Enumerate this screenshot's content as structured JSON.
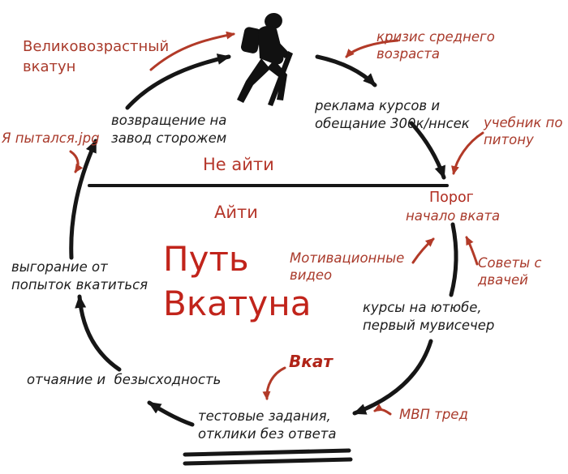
{
  "colors": {
    "background": "#ffffff",
    "ink_black": "#161616",
    "accent_red": "#a93a2b",
    "title_red": "#c1241b"
  },
  "title": {
    "text": "Путь\nВкатуна"
  },
  "divider": {
    "above": "Не айти",
    "below": "Айти"
  },
  "threshold": {
    "label": "Порог",
    "sublabel": "начало вката"
  },
  "stages": {
    "return_to_plant": "возвращение на\nзавод сторожем",
    "course_ads": "реклама курсов и\nобещание 300к/ннсек",
    "youtube_courses": "курсы на ютюбе,\nпервый мувисечер",
    "test_tasks": "тестовые задания,\nотклики без ответа",
    "despair": "отчаяние и  безысходность",
    "burnout": "выгорание от\nпопыток вкатиться"
  },
  "annotations": {
    "oldage_vkatun": "Великовозрастный\nвкатун",
    "midlife_crisis": "кризис среднего\nвозраста",
    "i_tried": "Я пытался.jpg",
    "python_textbook": "учебник по\nпитону",
    "motivational_videos": "Мотивационные\nвидео",
    "dvach_advice": "Советы с\nдвачей",
    "vkat": "Вкат",
    "mvp_thread": "МВП тред"
  },
  "icons": {
    "hiker": "hiker-icon"
  }
}
